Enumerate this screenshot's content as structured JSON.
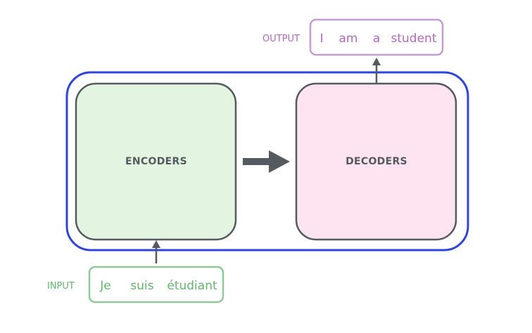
{
  "encoders": {
    "label": "ENCODERS"
  },
  "decoders": {
    "label": "DECODERS"
  },
  "input": {
    "label": "INPUT",
    "words": [
      "Je",
      "suis",
      "étudiant"
    ]
  },
  "output": {
    "label": "OUTPUT",
    "words": [
      "I",
      "am",
      "a",
      "student"
    ]
  },
  "colors": {
    "container_border": "#2f45d8",
    "encoder_fill": "#e3f5e1",
    "decoder_fill": "#fde4f0",
    "box_border": "#555a61",
    "input_color": "#5fb86a",
    "output_color": "#b665c4",
    "input_border": "#8ccb94",
    "output_border": "#c49ccf",
    "arrow": "#555a61"
  }
}
